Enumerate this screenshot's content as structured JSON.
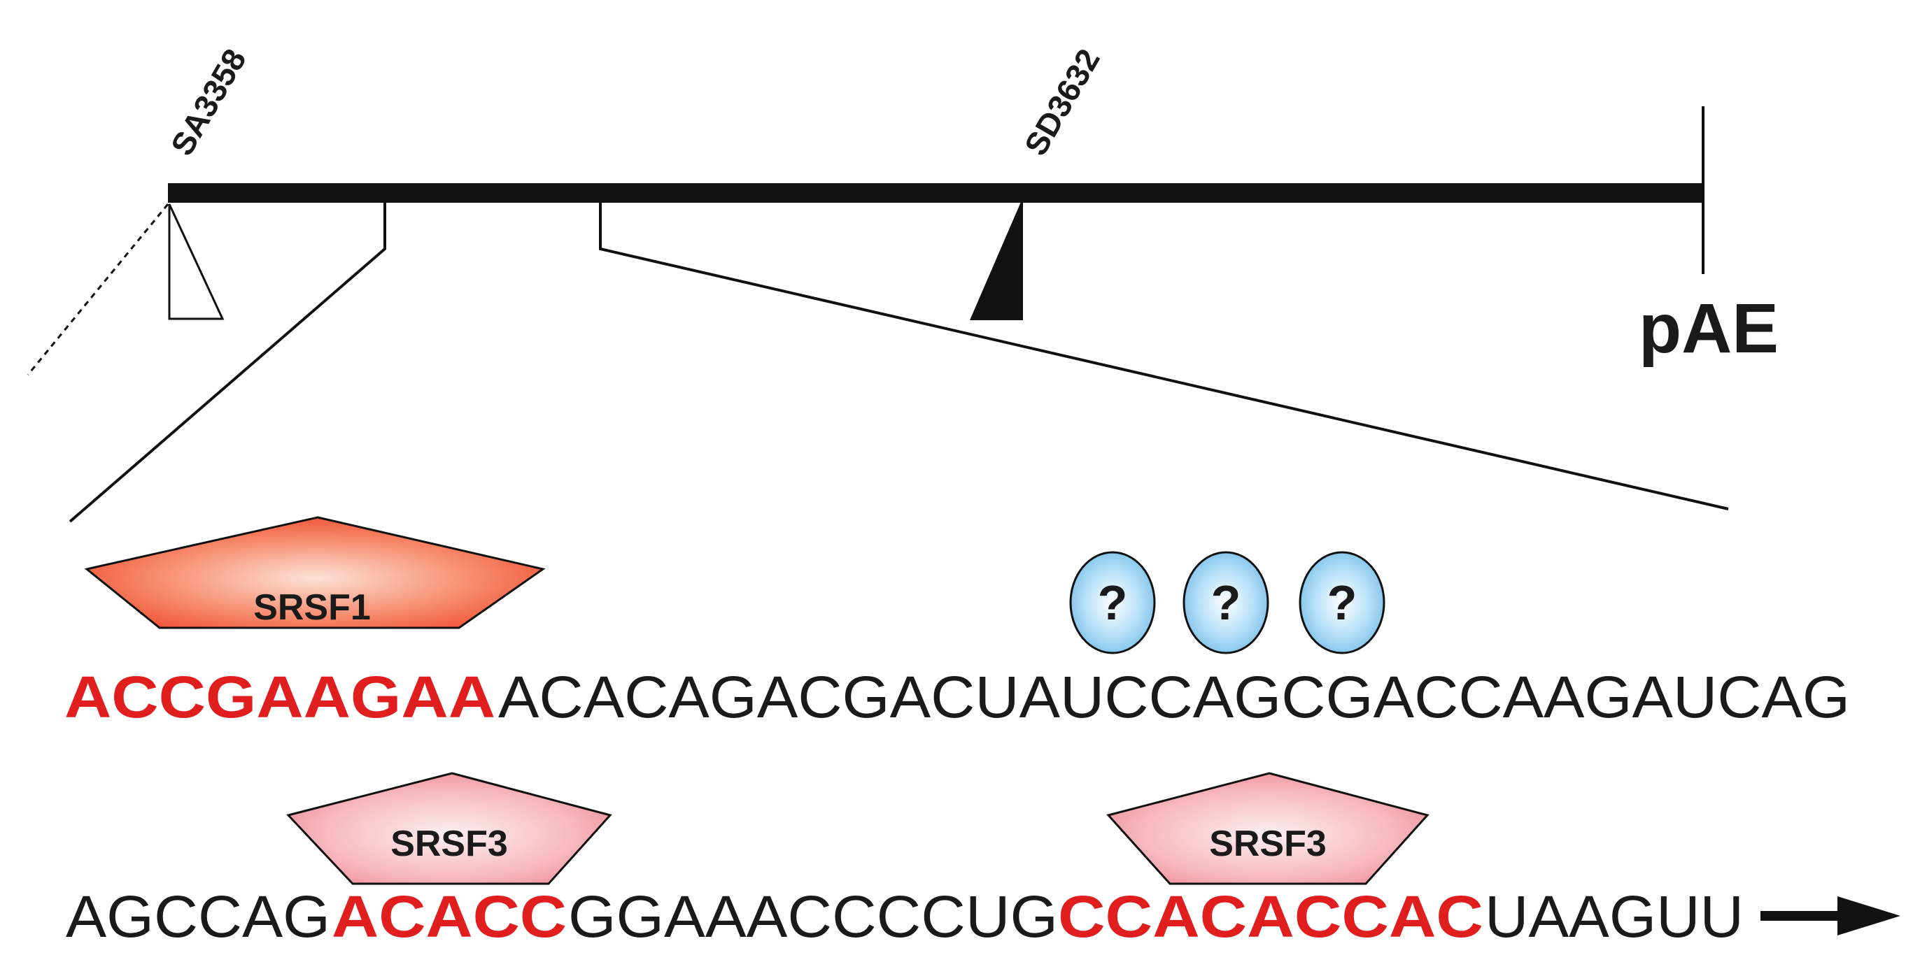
{
  "labels": {
    "sa_site": "SA3358",
    "sd_site": "SD3632",
    "polyA": "pAE"
  },
  "proteins": {
    "srsf1": "SRSF1",
    "srsf3_a": "SRSF3",
    "srsf3_b": "SRSF3",
    "unknown": [
      "?",
      "?",
      "?"
    ]
  },
  "sequence": {
    "line1": [
      {
        "text": "ACCGAAGAA",
        "highlight": true
      },
      {
        "text": "ACACAGACGACUAUCCAGCGACCAAGAUCAG",
        "highlight": false
      }
    ],
    "line2": [
      {
        "text": "AGCCAG",
        "highlight": false
      },
      {
        "text": "ACACC",
        "highlight": true
      },
      {
        "text": "GGAAACCCCUG",
        "highlight": false
      },
      {
        "text": "CCACACCAC",
        "highlight": true
      },
      {
        "text": "UAAGUU",
        "highlight": false
      }
    ]
  },
  "colors": {
    "highlight": "#e01e1e",
    "srsf1": "#f25a3c",
    "srsf3": "#f4a3aa",
    "unknown": "#8ecbef"
  }
}
